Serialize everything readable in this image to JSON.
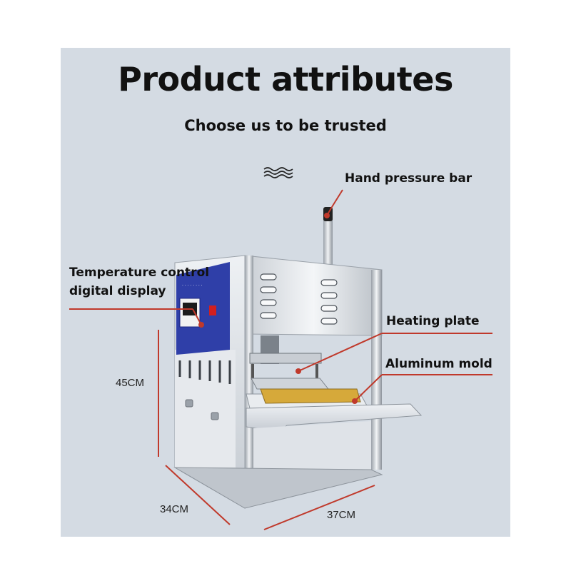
{
  "header": {
    "title": "Product attributes",
    "subtitle": "Choose us to be trusted"
  },
  "callouts": {
    "hand_bar": "Hand pressure bar",
    "temp_line1": "Temperature control",
    "temp_line2": "digital display",
    "heating_plate": "Heating plate",
    "aluminum_mold": "Aluminum mold"
  },
  "dimensions": {
    "height": "45CM",
    "depth": "34CM",
    "width": "37CM"
  },
  "colors": {
    "panel_bg": "#d4dbe3",
    "leader_line": "#c0392b",
    "panel_blue": "#2f3fa8",
    "switch_red": "#d21f1f"
  }
}
